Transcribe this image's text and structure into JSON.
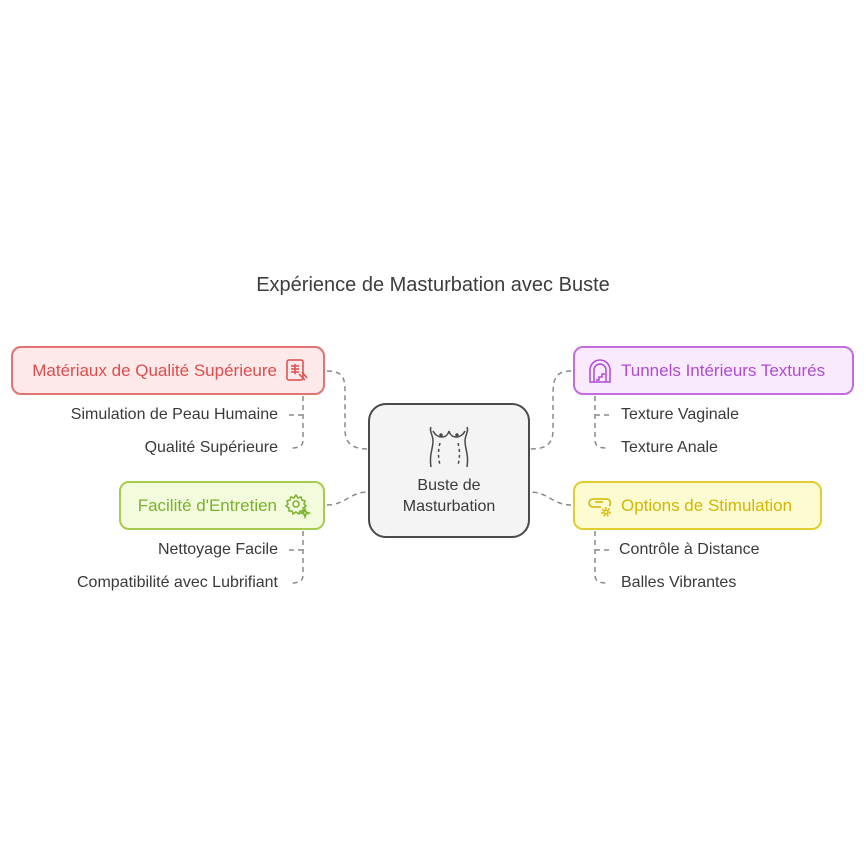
{
  "title": "Expérience de Masturbation avec Buste",
  "center": {
    "line1": "Buste de",
    "line2": "Masturbation",
    "icon": "torso-icon"
  },
  "branches": [
    {
      "label": "Matériaux de Qualité Supérieure",
      "icon": "xray-hand-icon",
      "color": "#e04b4b",
      "items": [
        "Simulation de Peau Humaine",
        "Qualité Supérieure"
      ]
    },
    {
      "label": "Facilité d'Entretien",
      "icon": "gear-sparkle-icon",
      "color": "#7bb12c",
      "items": [
        "Nettoyage Facile",
        "Compatibilité avec Lubrifiant"
      ]
    },
    {
      "label": "Tunnels Intérieurs Texturés",
      "icon": "tunnel-stairs-icon",
      "color": "#b04ad6",
      "items": [
        "Texture Vaginale",
        "Texture Anale"
      ]
    },
    {
      "label": "Options de Stimulation",
      "icon": "remote-gear-icon",
      "color": "#d2b600",
      "items": [
        "Contrôle à Distance",
        "Balles Vibrantes"
      ]
    }
  ]
}
